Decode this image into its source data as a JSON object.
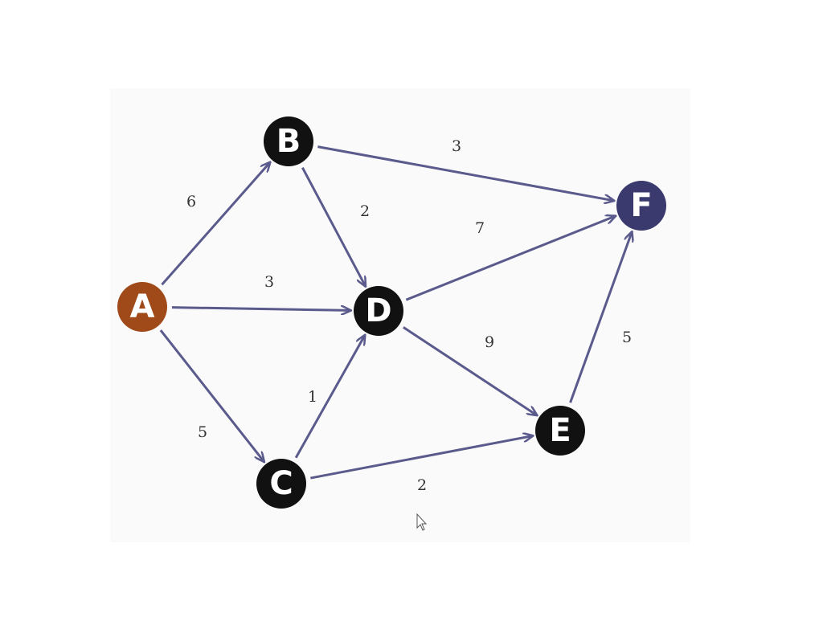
{
  "graph": {
    "edge_color": "#5a5a8c",
    "nodes": [
      {
        "id": "A",
        "label": "A",
        "fill": "#a04a1a"
      },
      {
        "id": "B",
        "label": "B",
        "fill": "#111111"
      },
      {
        "id": "C",
        "label": "C",
        "fill": "#111111"
      },
      {
        "id": "D",
        "label": "D",
        "fill": "#111111"
      },
      {
        "id": "E",
        "label": "E",
        "fill": "#111111"
      },
      {
        "id": "F",
        "label": "F",
        "fill": "#3a3a6e"
      }
    ],
    "edges": [
      {
        "from": "A",
        "to": "B",
        "weight": "6"
      },
      {
        "from": "A",
        "to": "D",
        "weight": "3"
      },
      {
        "from": "A",
        "to": "C",
        "weight": "5"
      },
      {
        "from": "B",
        "to": "F",
        "weight": "3"
      },
      {
        "from": "B",
        "to": "D",
        "weight": "2"
      },
      {
        "from": "C",
        "to": "D",
        "weight": "1"
      },
      {
        "from": "C",
        "to": "E",
        "weight": "2"
      },
      {
        "from": "D",
        "to": "F",
        "weight": "7"
      },
      {
        "from": "D",
        "to": "E",
        "weight": "9"
      },
      {
        "from": "E",
        "to": "F",
        "weight": "5"
      }
    ]
  },
  "cursor_icon": "arrow-pointer-icon"
}
